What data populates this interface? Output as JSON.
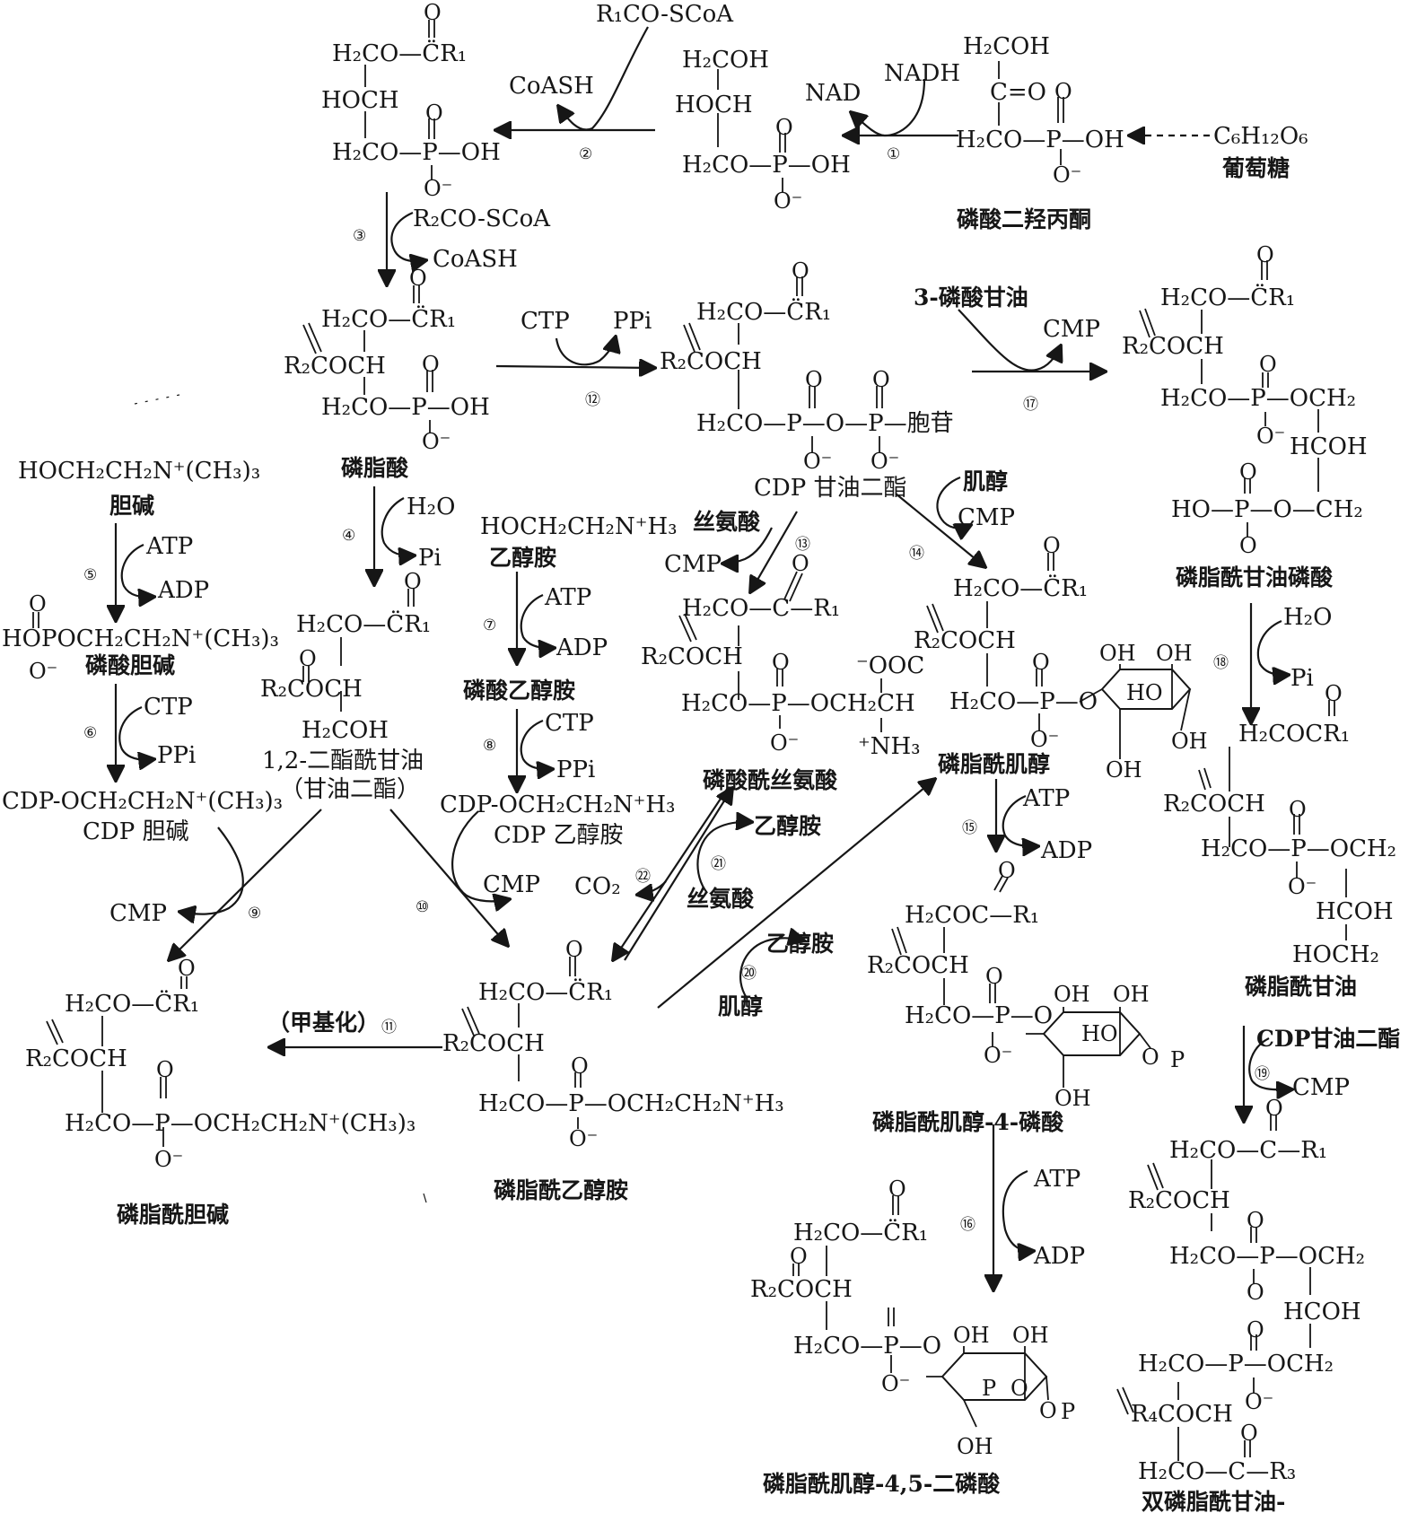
{
  "compounds": {
    "dhap": {
      "formula": [
        "H₂COH",
        "C=O",
        "H₂CO—P—OH",
        "O",
        "O⁻"
      ],
      "name": "磷酸二羟丙酮"
    },
    "glucose": {
      "formula": "C₆H₁₂O₆",
      "name": "葡萄糖"
    },
    "g3p": {
      "formula": [
        "H₂COH",
        "HOCH",
        "H₂CO—P—OH",
        "O",
        "O⁻"
      ]
    },
    "lysopa": {
      "formula": [
        "O",
        "H₂CO—C̈R₁",
        "HOCH",
        "O",
        "H₂CO—P—OH",
        "O⁻"
      ]
    },
    "pa": {
      "formula": [
        "O",
        "H₂CO—C̈R₁",
        "R₂COCH",
        "O",
        "H₂CO—P—OH",
        "O⁻"
      ],
      "name": "磷脂酸"
    },
    "cdpdg": {
      "formula": [
        "O",
        "H₂CO—C̈R₁",
        "R₂COCH",
        "O",
        "O",
        "H₂CO—P—O—P—胞苷",
        "O⁻",
        "O⁻"
      ],
      "name": "CDP 甘油二酯"
    },
    "pgp": {
      "formula": [
        "O",
        "H₂CO—C̈R₁",
        "R₂COCH",
        "O",
        "H₂CO—P—OCH₂",
        "O⁻",
        "HCOH",
        "O",
        "HO—P—O—CH₂",
        "O"
      ],
      "name": "磷脂酰甘油磷酸"
    },
    "choline": {
      "formula": "HOCH₂CH₂N⁺(CH₃)₃",
      "name": "胆碱"
    },
    "phosphocholine": {
      "formula": [
        "O",
        "HOPOCH₂CH₂N⁺(CH₃)₃",
        "O⁻"
      ],
      "name": "磷酸胆碱"
    },
    "cdpcholine": {
      "formula": "CDP-OCH₂CH₂N⁺(CH₃)₃",
      "name": "CDP 胆碱"
    },
    "dg": {
      "formula": [
        "O",
        "H₂CO—C̈R₁",
        "O",
        "R₂COCH",
        "H₂COH"
      ],
      "name": "1,2-二酯酰甘油",
      "name2": "（甘油二酯）"
    },
    "ethanolamine": {
      "formula": "HOCH₂CH₂N⁺H₃",
      "name": "乙醇胺"
    },
    "phosphoethanolamine": {
      "name": "磷酸乙醇胺"
    },
    "cdpethanolamine": {
      "formula": "CDP-OCH₂CH₂N⁺H₃",
      "name": "CDP 乙醇胺"
    },
    "ps": {
      "formula": [
        "O",
        "H₂CO—C—R₁",
        "R₂COCH",
        "O",
        "⁻OOC",
        "H₂CO—P—OCH₂CH",
        "O⁻",
        "⁺NH₃"
      ],
      "name": "磷酸酰丝氨酸"
    },
    "pi": {
      "formula": [
        "O",
        "H₂CO—C̈R₁",
        "R₂COCH",
        "O",
        "H₂CO—P—O",
        "O⁻",
        "OH",
        "OH",
        "HO",
        "OH",
        "OH"
      ],
      "name": "磷脂酰肌醇"
    },
    "pe": {
      "formula": [
        "O",
        "H₂CO—C̈R₁",
        "R₂COCH",
        "O",
        "H₂CO—P—OCH₂CH₂N⁺H₃",
        "O⁻"
      ],
      "name": "磷脂酰乙醇胺"
    },
    "pc": {
      "formula": [
        "O",
        "H₂CO—C̈R₁",
        "R₂COCH",
        "O",
        "H₂CO—P—OCH₂CH₂N⁺(CH₃)₃",
        "O⁻"
      ],
      "name": "磷脂酰胆碱"
    },
    "pg": {
      "formula": [
        "O",
        "H₂COCR₁",
        "R₂COCH",
        "O",
        "H₂CO—P—OCH₂",
        "O⁻",
        "HCOH",
        "HOCH₂"
      ],
      "name": "磷脂酰甘油"
    },
    "pip": {
      "formula": [
        "O",
        "H₂COC—R₁",
        "R₂COCH",
        "O",
        "H₂CO—P—O",
        "O⁻",
        "OH",
        "OH",
        "HO",
        "OH",
        "O",
        "P"
      ],
      "name": "磷脂酰肌醇-4-磷酸"
    },
    "pip2": {
      "formula": [
        "O",
        "H₂CO—C̈R₁",
        "R₂COCH",
        "O",
        "H₂CO—P—O",
        "O⁻",
        "OH",
        "OH",
        "P",
        "O",
        "O",
        "P",
        "OH"
      ],
      "name": "磷脂酰肌醇-4,5-二磷酸"
    },
    "cardiolipin": {
      "formula": [
        "O",
        "H₂CO—C—R₁",
        "R₂COCH",
        "O",
        "H₂CO—P—OCH₂",
        "O",
        "HCOH",
        "O",
        "H₂CO—P—OCH₂",
        "R₄COCH",
        "O⁻",
        "O",
        "H₂CO—C—R₃"
      ],
      "name": "双磷脂酰甘油-"
    }
  },
  "cofactors": {
    "nad": "NAD",
    "nadh": "NADH",
    "acylcoa1": "R₁CO-SCoA",
    "coash1": "CoASH",
    "acylcoa2": "R₂CO-SCoA",
    "coash2": "CoASH",
    "ctp12": "CTP",
    "ppi12": "PPi",
    "g3p17": "3-磷酸甘油",
    "cmp17": "CMP",
    "h2o4": "H₂O",
    "pi4": "Pi",
    "atp5": "ATP",
    "adp5": "ADP",
    "ctp6": "CTP",
    "ppi6": "PPi",
    "atp7": "ATP",
    "adp7": "ADP",
    "ctp8": "CTP",
    "ppi8": "PPi",
    "ser13": "丝氨酸",
    "cmp13": "CMP",
    "inositol14": "肌醇",
    "cmp14": "CMP",
    "h2o18": "H₂O",
    "pi18": "Pi",
    "atp15": "ATP",
    "adp15": "ADP",
    "cmp9": "CMP",
    "cmp10": "CMP",
    "co2": "CO₂",
    "eth21": "乙醇胺",
    "ser21": "丝氨酸",
    "eth20": "乙醇胺",
    "ino20": "肌醇",
    "methyl11": "（甲基化）",
    "cdpdg19": "CDP甘油二酯",
    "cmp19": "CMP",
    "atp16": "ATP",
    "adp16": "ADP"
  },
  "steps": [
    "①",
    "②",
    "③",
    "④",
    "⑤",
    "⑥",
    "⑦",
    "⑧",
    "⑨",
    "⑩",
    "⑪",
    "⑫",
    "⑬",
    "⑭",
    "⑮",
    "⑯",
    "⑰",
    "⑱",
    "⑲",
    "⑳",
    "㉑",
    "㉒"
  ]
}
